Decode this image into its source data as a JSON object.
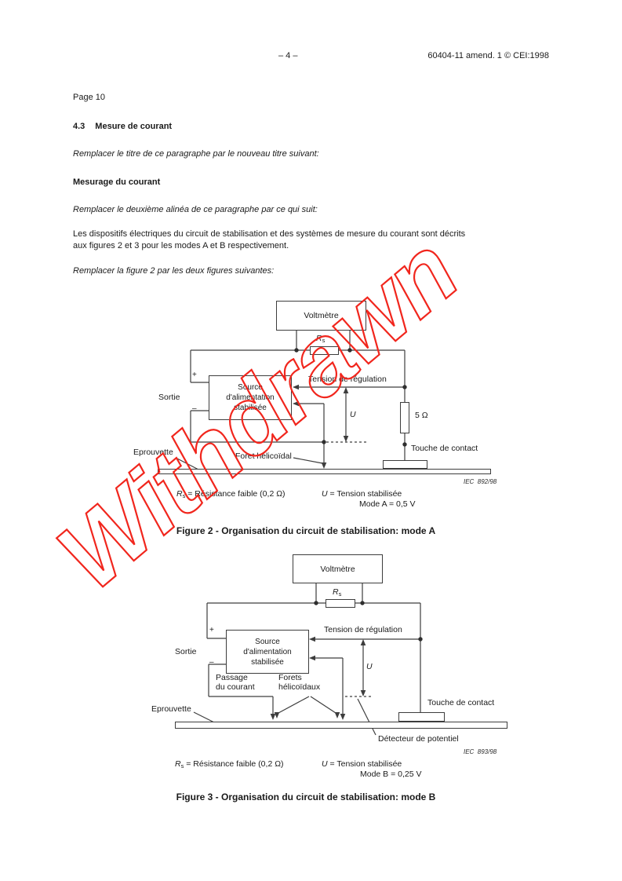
{
  "header": {
    "page_number": "– 4 –",
    "doc_ref": "60404-11 amend. 1 © CEI:1998"
  },
  "intro": {
    "page_ref": "Page 10",
    "section_number": "4.3",
    "section_title": "Mesure de courant",
    "instruction_1": "Remplacer le titre de ce paragraphe par le nouveau titre suivant:",
    "new_title": "Mesurage du courant",
    "instruction_2": "Remplacer le deuxième alinéa de ce paragraphe par ce qui suit:",
    "body_line1": "Les dispositifs électriques du circuit de stabilisation et des systèmes de mesure du courant sont décrits",
    "body_line2": "aux figures 2 et 3 pour les modes A et B respectivement.",
    "instruction_3": "Remplacer la figure 2 par les deux figures suivantes:"
  },
  "figure2": {
    "voltmeter_label": "Voltmètre",
    "rs_base": "R",
    "rs_sub": "s",
    "plus": "+",
    "minus": "–",
    "sortie_label": "Sortie",
    "source_line1": "Source",
    "source_line2": "d'alimentation",
    "source_line3": "stabilisée",
    "tension_label": "Tension de régulation",
    "u_symbol": "U",
    "resistor_label": "5 Ω",
    "touche_label": "Touche de contact",
    "eprouvette_label": "Eprouvette",
    "foret_label": "Foret hélicoïdal",
    "iec_ref": "IEC  892/98",
    "legend_rs_base": "R",
    "legend_rs_sub": "s",
    "legend_rs_rest": " = Résistance faible (0,2 Ω)",
    "legend_u_base": "U",
    "legend_u_rest": " = Tension stabilisée",
    "legend_mode": "Mode A = 0,5 V",
    "caption": "Figure 2 - Organisation du circuit de stabilisation: mode A"
  },
  "figure3": {
    "voltmeter_label": "Voltmètre",
    "rs_base": "R",
    "rs_sub": "s",
    "plus": "+",
    "minus": "–",
    "sortie_label": "Sortie",
    "source_line1": "Source",
    "source_line2": "d'alimentation",
    "source_line3": "stabilisée",
    "tension_label": "Tension de régulation",
    "u_symbol": "U",
    "passage_line1": "Passage",
    "passage_line2": "du courant",
    "forets_line1": "Forets",
    "forets_line2": "hélicoïdaux",
    "touche_label": "Touche de contact",
    "eprouvette_label": "Eprouvette",
    "detecteur_label": "Détecteur de potentiel",
    "iec_ref": "IEC  893/98",
    "legend_rs_base": "R",
    "legend_rs_sub": "s",
    "legend_rs_rest": " = Résistance faible (0,2 Ω)",
    "legend_u_base": "U",
    "legend_u_rest": " = Tension stabilisée",
    "legend_mode": "Mode B = 0,25 V",
    "caption": "Figure 3 - Organisation du circuit de stabilisation: mode B"
  },
  "watermark": {
    "text": "Withdrawn",
    "color": "#f1261d"
  },
  "colors": {
    "line": "#3d3d3d",
    "text": "#1a1a1a"
  }
}
